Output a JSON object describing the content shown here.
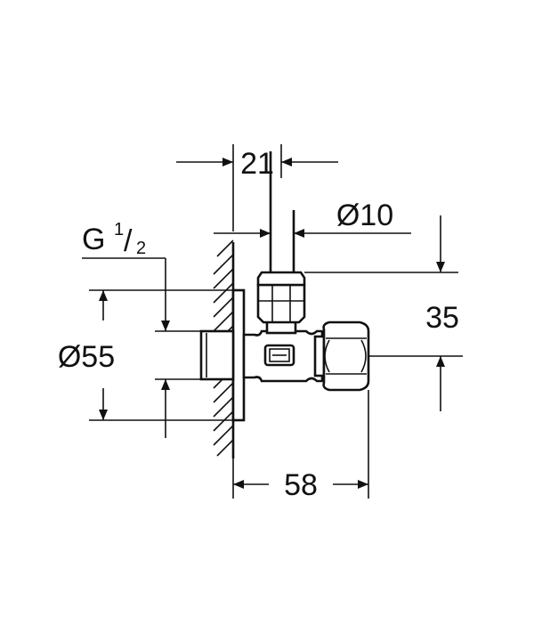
{
  "dimensions": {
    "top_offset": "21",
    "pipe_diameter": "Ø10",
    "inlet_thread_main": "G",
    "inlet_thread_num": "1",
    "inlet_thread_sep": "/",
    "inlet_thread_den": "2",
    "rosette_diameter": "Ø55",
    "height_offset": "35",
    "outlet_length": "58"
  },
  "colors": {
    "line": "#111111",
    "background": "#ffffff"
  },
  "icons": {
    "logo": "brand-badge-icon"
  }
}
